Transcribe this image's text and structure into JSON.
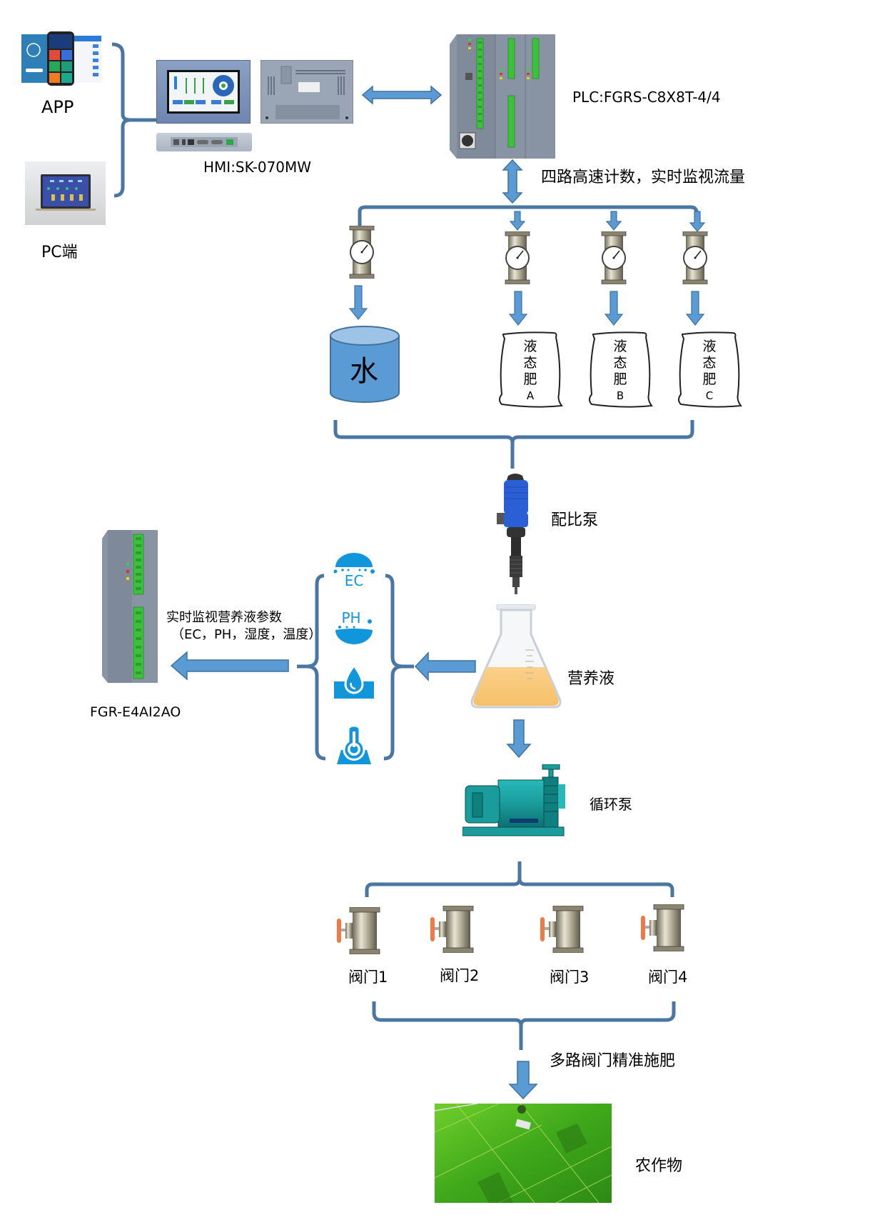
{
  "colors": {
    "connector": "#4a76a3",
    "arrow_fill": "#5b9bd5",
    "arrow_stroke": "#41719c",
    "water_tank": "#5b9bd5",
    "sensor_icon": "#1296db",
    "pump_teal": "#1a9c9c",
    "valve_handle": "#f07a45",
    "field_green": "#4caf1f"
  },
  "clients": {
    "app": {
      "label": "APP",
      "icon": "smartphone-app-screens"
    },
    "pc": {
      "label": "PC端",
      "icon": "laptop-scada"
    }
  },
  "hmi": {
    "label": "HMI:SK-070MW",
    "icon": "touchscreen-hmi"
  },
  "plc": {
    "label": "PLC:FGRS-C8X8T-4/4",
    "icon": "plc-module"
  },
  "plc_to_meters": {
    "label": "四路高速计数，实时监视流量"
  },
  "flowmeters": [
    {
      "id": "flowmeter-water",
      "icon": "flowmeter-gauge"
    },
    {
      "id": "flowmeter-a",
      "icon": "flowmeter-gauge"
    },
    {
      "id": "flowmeter-b",
      "icon": "flowmeter-gauge"
    },
    {
      "id": "flowmeter-c",
      "icon": "flowmeter-gauge"
    }
  ],
  "water_tank": {
    "label": "水"
  },
  "fertilizer_bags": [
    {
      "chars": [
        "液",
        "态",
        "肥"
      ],
      "letter": "A"
    },
    {
      "chars": [
        "液",
        "态",
        "肥"
      ],
      "letter": "B"
    },
    {
      "chars": [
        "液",
        "态",
        "肥"
      ],
      "letter": "C"
    }
  ],
  "dosing_pump": {
    "label": "配比泵"
  },
  "nutrient_solution": {
    "label": "营养液"
  },
  "sensors": [
    {
      "name": "ec",
      "text": "EC",
      "icon": "ec-sensor"
    },
    {
      "name": "ph",
      "text": "PH",
      "icon": "ph-sensor"
    },
    {
      "name": "humidity",
      "text": "",
      "icon": "water-drop"
    },
    {
      "name": "temperature",
      "text": "",
      "icon": "thermometer"
    }
  ],
  "monitor": {
    "line1": "实时监视营养液参数",
    "line2": "（EC，PH，湿度，温度）"
  },
  "io_module": {
    "label": "FGR-E4AI2AO",
    "icon": "io-module"
  },
  "circulation_pump": {
    "label": "循环泵"
  },
  "valves": [
    {
      "label": "阀门1"
    },
    {
      "label": "阀门2"
    },
    {
      "label": "阀门3"
    },
    {
      "label": "阀门4"
    }
  ],
  "precision": {
    "label": "多路阀门精准施肥"
  },
  "crops": {
    "label": "农作物",
    "icon": "farmland-photo"
  }
}
